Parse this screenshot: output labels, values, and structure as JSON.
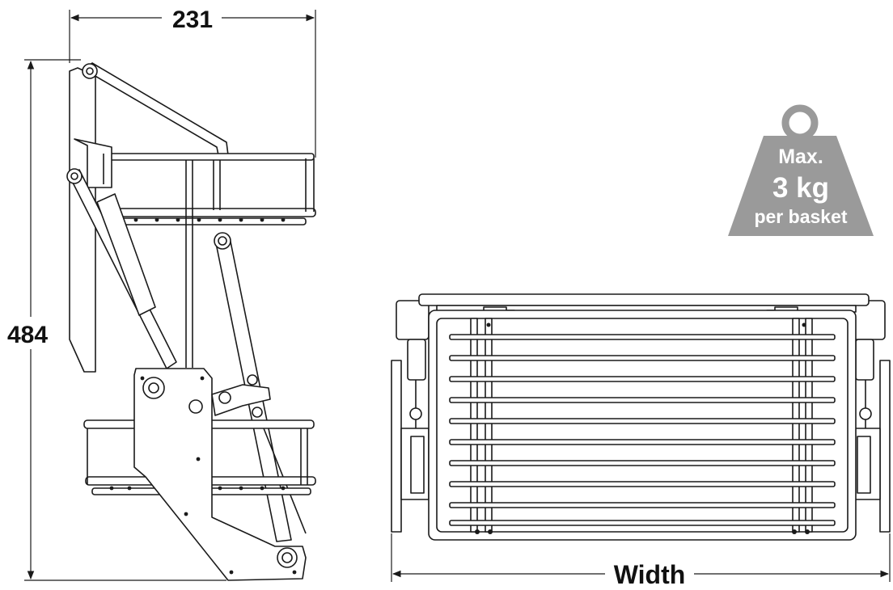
{
  "dimensions": {
    "depth": "231",
    "height": "484",
    "width": "Width"
  },
  "load_badge": {
    "line1": "Max.",
    "line2": "3 kg",
    "line3": "per basket",
    "color": "#9a9a9a"
  },
  "colors": {
    "line": "#1a1a1a",
    "fill": "#ffffff"
  }
}
